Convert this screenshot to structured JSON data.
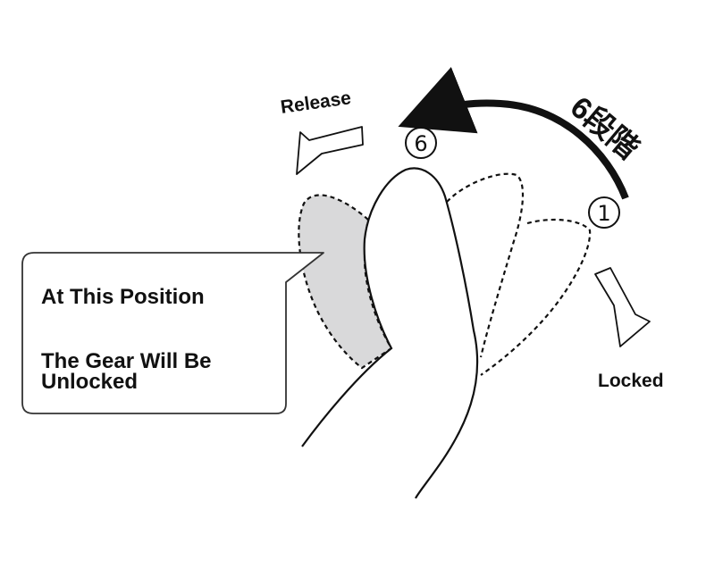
{
  "labels": {
    "release": "Release",
    "locked": "Locked",
    "stages": "6段階",
    "position_start": "1",
    "position_end": "6"
  },
  "callout": {
    "line1": "At This Position",
    "line2": "The Gear Will Be",
    "line3": "Unlocked"
  },
  "colors": {
    "stroke": "#111111",
    "unlock_fill": "#d9d9da",
    "background": "#ffffff"
  }
}
